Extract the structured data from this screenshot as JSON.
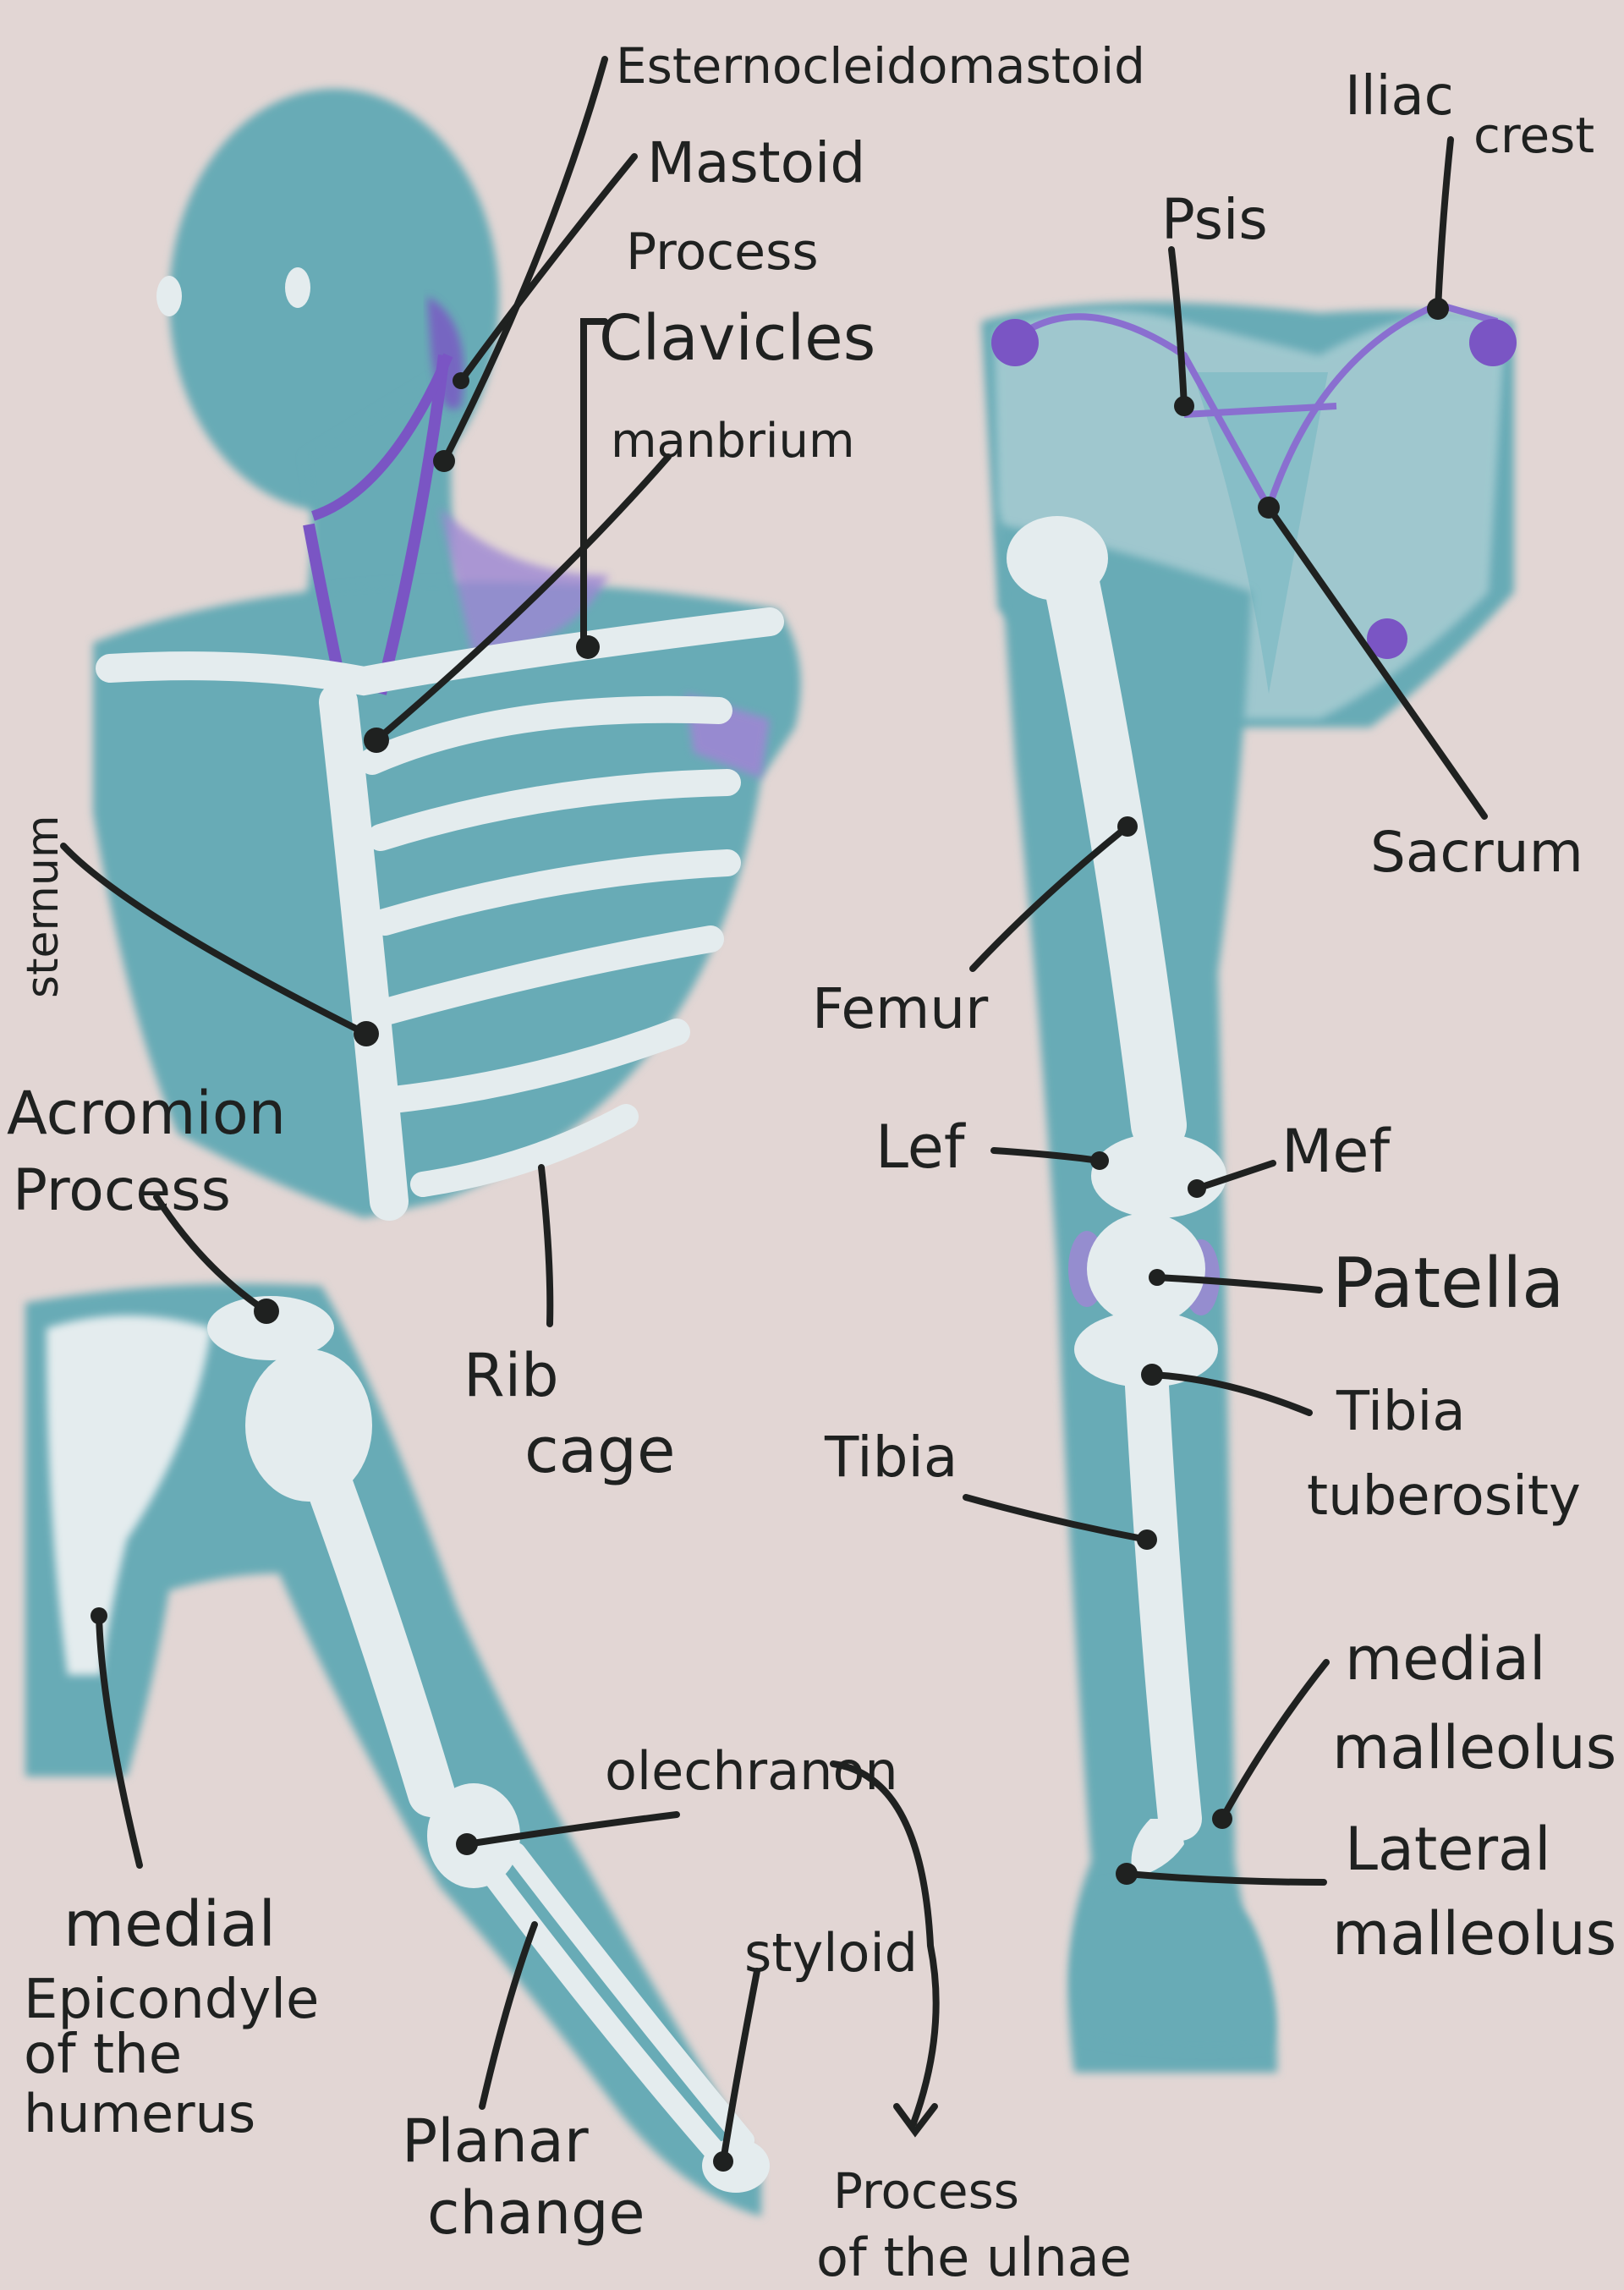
{
  "colors": {
    "background": "#e2d6d4",
    "body": "#67abb6",
    "bone": "#e4ecee",
    "muscle": "#9d87d3",
    "muscle_line": "#7a55c4",
    "ink": "#1f2120"
  },
  "labels": {
    "esternocleidomastoid": "Esternocleidomastoid",
    "mastoid_1": "Mastoid",
    "mastoid_2": "Process",
    "clavicles": "Clavicles",
    "manbrium": "manbrium",
    "sternum": "sternum",
    "acromion_1": "Acromion",
    "acromion_2": "Process",
    "rib_cage_1": "Rib",
    "rib_cage_2": "cage",
    "medial_epicondyle_1": "medial",
    "medial_epicondyle_2": "Epicondyle",
    "medial_epicondyle_3": "of the",
    "medial_epicondyle_4": "humerus",
    "olechranon": "olechranon",
    "styloid": "styloid",
    "process_ulnae_1": "Process",
    "process_ulnae_2": "of the ulnae",
    "planar_1": "Planar",
    "planar_2": "change",
    "iliac_1": "Iliac",
    "iliac_2": "crest",
    "psis": "Psis",
    "sacrum": "Sacrum",
    "femur": "Femur",
    "lef": "Lef",
    "mef": "Mef",
    "patella": "Patella",
    "tibia_tuberosity_1": "Tibia",
    "tibia_tuberosity_2": "tuberosity",
    "tibia": "Tibia",
    "medial_malleolus_1": "medial",
    "medial_malleolus_2": "malleolus",
    "lateral_malleolus_1": "Lateral",
    "lateral_malleolus_2": "malleolus"
  }
}
